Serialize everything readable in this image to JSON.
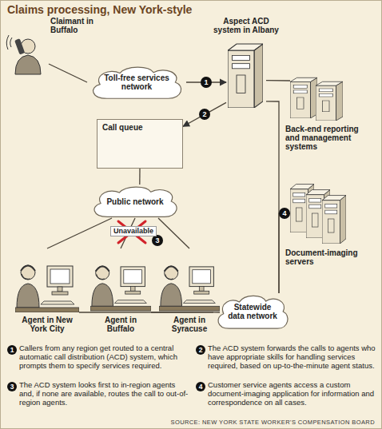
{
  "diagram": {
    "title": "Claims processing, New York-style",
    "caption": "SOURCE: NEW YORK STATE WORKER'S COMPENSATION BOARD",
    "nodes": [
      {
        "text": [
          "Claimant in Buffalo"
        ]
      },
      {
        "text": [
          "Toll-free services network"
        ]
      },
      {
        "text": [
          "Aspect ACD system in Albany"
        ]
      },
      {
        "text": [
          "Back-end reporting and management systems"
        ]
      },
      {
        "text": [
          "Call queue"
        ]
      },
      {
        "text": [
          "Public network"
        ]
      },
      {
        "text": [
          "Agent in New York City"
        ]
      },
      {
        "text": [
          "Agent in Buffalo"
        ]
      },
      {
        "text": [
          "Agent in Syracuse"
        ]
      },
      {
        "text": [
          "Document-imaging servers"
        ]
      },
      {
        "text": [
          "Statewide data network"
        ]
      }
    ],
    "edges": [
      {
        "from": 0,
        "to": 1,
        "arrow": "none"
      },
      {
        "from": 1,
        "to": 2,
        "label": "1",
        "arrow": "to"
      },
      {
        "from": 2,
        "to": 4,
        "label": "2",
        "arrow": "to"
      },
      {
        "from": 4,
        "to": 5,
        "arrow": "none"
      },
      {
        "from": 5,
        "to": 6,
        "arrow": "none"
      },
      {
        "from": 5,
        "to": 7,
        "label": "3",
        "arrow": "none"
      },
      {
        "from": 5,
        "to": 8,
        "arrow": "none"
      },
      {
        "from": 2,
        "to": 3,
        "arrow": "none"
      },
      {
        "from": 2,
        "to": 10,
        "arrow": "none"
      },
      {
        "from": 10,
        "to": 9,
        "label": "4",
        "arrow": "none"
      },
      {
        "from": 6,
        "to": 10,
        "arrow": "none"
      },
      {
        "from": 7,
        "to": 10,
        "arrow": "none"
      },
      {
        "from": 8,
        "to": 10,
        "arrow": "none"
      }
    ],
    "labels": [
      "Unavailable",
      "1",
      "Callers from any region get routed to a central automatic call distribution (ACD) system, which prompts them to specify services required.",
      "2",
      "The ACD system forwards the calls to agents who have appropriate skills for handling services required, based on up-to-the-minute agent status.",
      "3",
      "The ACD system looks first to in-region agents and, if none are available, routes the call to out-of-region agents.",
      "4",
      "Customer service agents access a custom document-imaging application for information and correspondence on all cases."
    ]
  }
}
